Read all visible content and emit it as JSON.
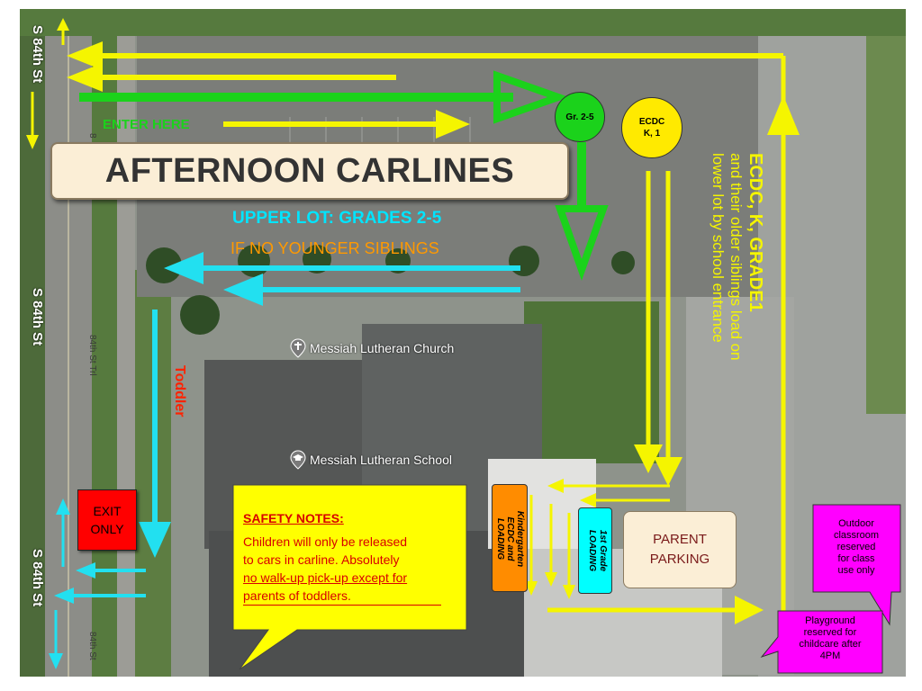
{
  "title": "AFTERNOON CARLINES",
  "enter_label": "ENTER HERE",
  "upper_lot": {
    "line1": "UPPER LOT: GRADES 2-5",
    "line2": "IF NO YOUNGER SIBLINGS"
  },
  "lower_lot": {
    "line1": "ECDC, K, GRADE1",
    "line2": "and their older siblings load on",
    "line3": "lower lot by school entrance"
  },
  "circles": {
    "gr25": "Gr. 2-5",
    "ecdc": "ECDC K, 1"
  },
  "toddler_label": "Toddler",
  "exit": {
    "line1": "EXIT",
    "line2": "ONLY"
  },
  "places": {
    "church": "Messiah Lutheran Church",
    "school": "Messiah Lutheran School"
  },
  "roads": {
    "main_top": "S 84th St",
    "main_mid": "S 84th St",
    "main_bottom": "S 84th St",
    "trail_mid": "84th St Trl",
    "trail_bottom": "84th St",
    "trail_top": "8"
  },
  "safety": {
    "heading": "SAFETY NOTES:",
    "line1": "Children will only be released",
    "line2": "to cars in carline. Absolutely",
    "line3": "no walk-up pick-up except for",
    "line4": "parents of toddlers."
  },
  "loading": {
    "kinder_1": "Kindergarten",
    "kinder_2": "ECDC and",
    "kinder_3": "LOADING",
    "first_1": "1st Grade",
    "first_2": "LOADING"
  },
  "parent_parking": {
    "line1": "PARENT",
    "line2": "PARKING"
  },
  "outdoor_classroom": {
    "line1": "Outdoor",
    "line2": "classroom",
    "line3": "reserved",
    "line4": "for class",
    "line5": "use only"
  },
  "playground": {
    "line1": "Playground",
    "line2": "reserved for",
    "line3": "childcare after",
    "line4": "4PM"
  },
  "colors": {
    "yellow_arrow": "#f5f500",
    "green_arrow": "#1bd21b",
    "cyan_arrow": "#22e0f0",
    "title_bg": "#fbeed6",
    "exit_bg": "#ff0000",
    "safety_bg": "#ffff00",
    "kinder_bg": "#ff8c00",
    "first_bg": "#00ffff",
    "callout_bg": "#ff00ff",
    "upper_lot_text": "#00e5ff",
    "sibling_text": "#ff9900",
    "toddler_text": "#ff2200"
  },
  "icons": [
    "church-pin-icon",
    "school-pin-icon"
  ]
}
